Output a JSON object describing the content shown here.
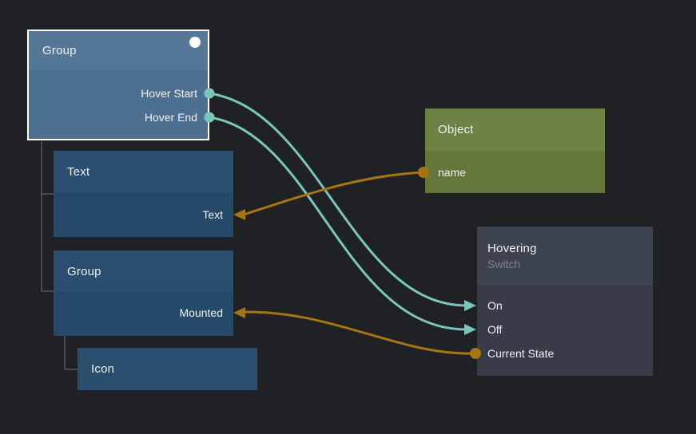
{
  "colors": {
    "background": "#202124",
    "teal": "#7ac6bc",
    "orange": "#a57413",
    "tree_line": "#53575a",
    "selection": "#ffffff"
  },
  "nodes": {
    "group1": {
      "title": "Group",
      "selected": true,
      "ports": [
        {
          "label": "Hover Start"
        },
        {
          "label": "Hover End"
        }
      ]
    },
    "text1": {
      "title": "Text",
      "ports": [
        {
          "label": "Text"
        }
      ]
    },
    "group2": {
      "title": "Group",
      "ports": [
        {
          "label": "Mounted"
        }
      ]
    },
    "icon1": {
      "title": "Icon"
    },
    "object1": {
      "title": "Object",
      "ports": [
        {
          "label": "name"
        }
      ]
    },
    "hovering": {
      "title": "Hovering",
      "subtitle": "Switch",
      "ports": [
        {
          "label": "On"
        },
        {
          "label": "Off"
        },
        {
          "label": "Current State"
        }
      ]
    }
  },
  "hierarchy": [
    {
      "parent": "Group",
      "children": [
        "Text",
        "Group"
      ]
    },
    {
      "parent": "Group",
      "children": [
        "Icon"
      ]
    }
  ],
  "connections": [
    {
      "from": "Group.Hover Start",
      "to": "Hovering.On",
      "color_key": "teal"
    },
    {
      "from": "Group.Hover End",
      "to": "Hovering.Off",
      "color_key": "teal"
    },
    {
      "from": "Object.name",
      "to": "Text.Text",
      "color_key": "orange"
    },
    {
      "from": "Hovering.Current State",
      "to": "Group.Mounted",
      "color_key": "orange"
    }
  ]
}
